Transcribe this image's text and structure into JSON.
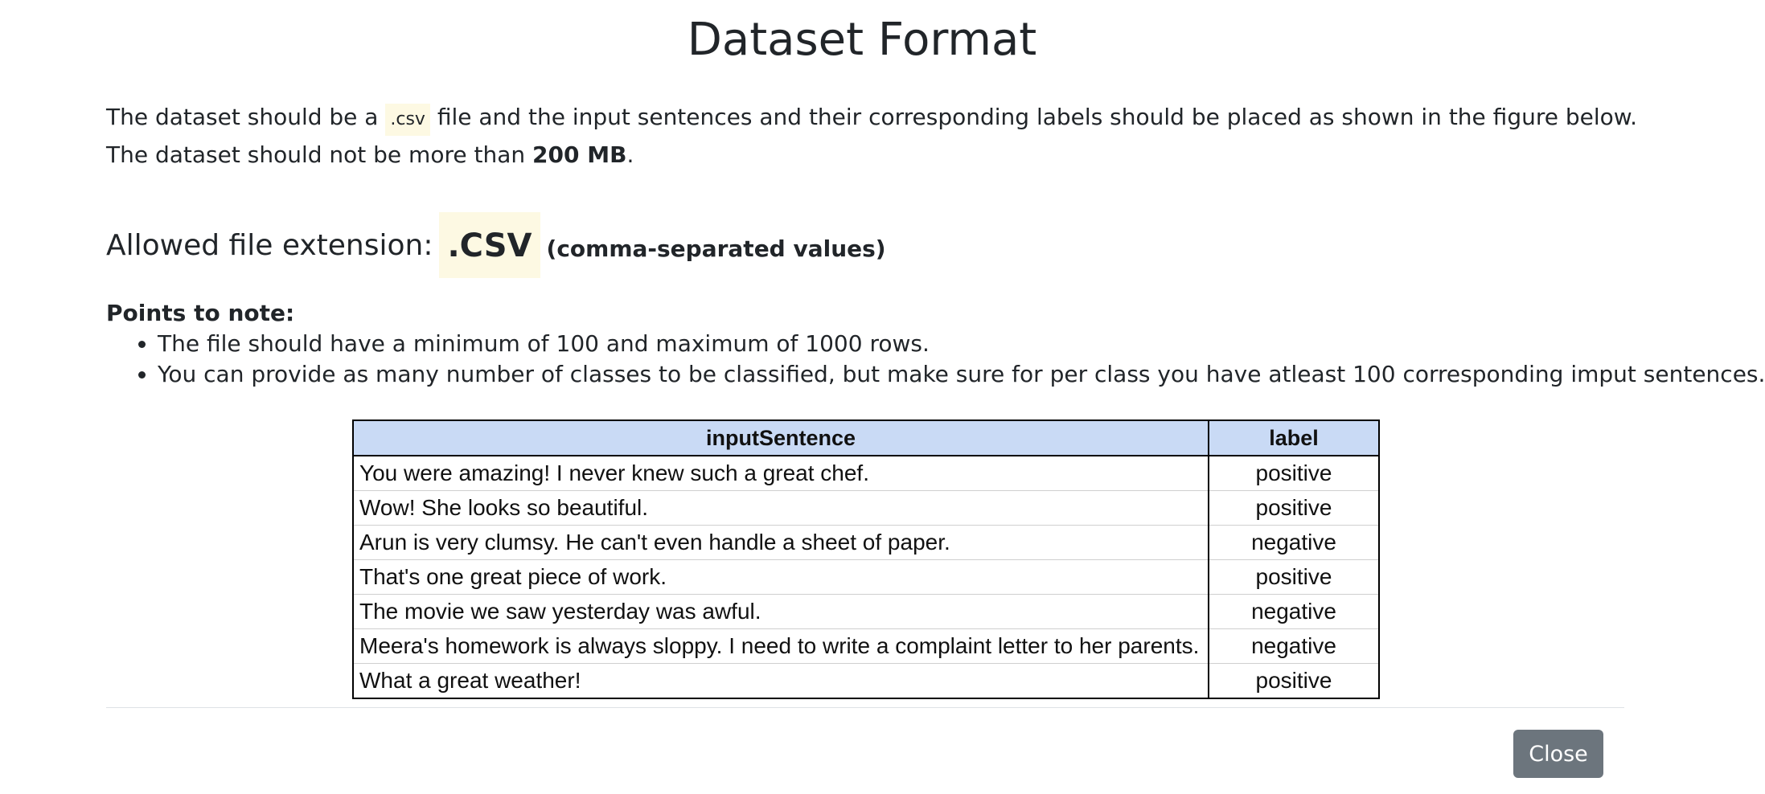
{
  "modal": {
    "title": "Dataset Format",
    "description": {
      "prefix": "The dataset should be a ",
      "file_type": ".csv",
      "suffix": " file and the input sentences and their corresponding labels should be placed as shown in the figure below.",
      "size_prefix": "The dataset should not be more than ",
      "size_limit": "200 MB",
      "size_suffix": "."
    },
    "extension": {
      "label": "Allowed file extension:",
      "value": ".CSV",
      "note": "(comma-separated values)"
    },
    "notes": {
      "heading": "Points to note:",
      "items": [
        "The file should have a minimum of 100 and maximum of 1000 rows.",
        "You can provide as many number of classes to be classified, but make sure for per class you have atleast 100 corresponding imput sentences."
      ]
    },
    "example_table": {
      "headers": [
        "inputSentence",
        "label"
      ],
      "rows": [
        [
          "You were amazing! I never knew such a great chef.",
          "positive"
        ],
        [
          "Wow! She looks so beautiful.",
          "positive"
        ],
        [
          "Arun is very clumsy. He can't even handle a sheet of paper.",
          "negative"
        ],
        [
          "That's one great piece of work.",
          "positive"
        ],
        [
          "The movie we saw yesterday was awful.",
          "negative"
        ],
        [
          "Meera's homework is always sloppy. I need to write a complaint letter to her parents.",
          "negative"
        ],
        [
          "What a great weather!",
          "positive"
        ]
      ]
    },
    "footer": {
      "close_label": "Close"
    }
  },
  "colors": {
    "code_highlight": "#fdf9e3",
    "table_header": "#c9daf5",
    "close_button": "#6c757d"
  }
}
